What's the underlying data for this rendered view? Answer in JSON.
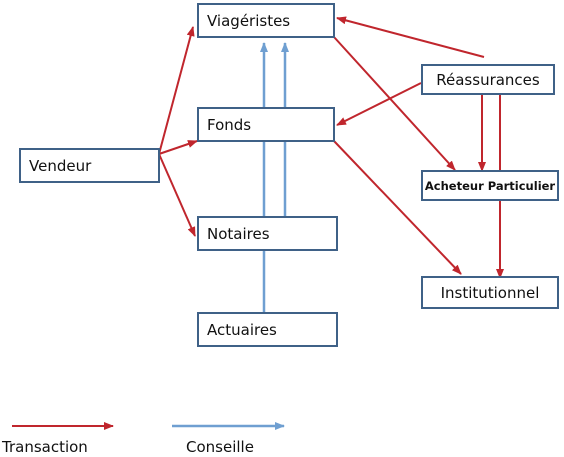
{
  "nodes": {
    "viageristes": "Viagéristes",
    "reassurances": "Réassurances",
    "fonds": "Fonds",
    "vendeur": "Vendeur",
    "acheteur": "Acheteur Particulier",
    "notaires": "Notaires",
    "institutionnel": "Institutionnel",
    "actuaires": "Actuaires"
  },
  "edges": [
    {
      "from": "vendeur",
      "to": "viageristes",
      "type": "transaction"
    },
    {
      "from": "vendeur",
      "to": "fonds",
      "type": "transaction"
    },
    {
      "from": "vendeur",
      "to": "notaires",
      "type": "transaction"
    },
    {
      "from": "reassurances",
      "to": "viageristes",
      "type": "transaction"
    },
    {
      "from": "reassurances",
      "to": "fonds",
      "type": "transaction"
    },
    {
      "from": "reassurances",
      "to": "acheteur",
      "type": "transaction"
    },
    {
      "from": "reassurances",
      "to": "institutionnel",
      "type": "transaction"
    },
    {
      "from": "viageristes",
      "to": "acheteur",
      "type": "transaction"
    },
    {
      "from": "fonds",
      "to": "institutionnel",
      "type": "transaction"
    },
    {
      "from": "actuaires",
      "to": "viageristes",
      "type": "conseille"
    },
    {
      "from": "notaires",
      "to": "viageristes",
      "type": "conseille"
    }
  ],
  "legend": {
    "transaction": "Transaction",
    "conseille": "Conseille"
  },
  "colors": {
    "transaction": "#c0262d",
    "conseille": "#6f9fd1",
    "node_border": "#3f6187"
  }
}
